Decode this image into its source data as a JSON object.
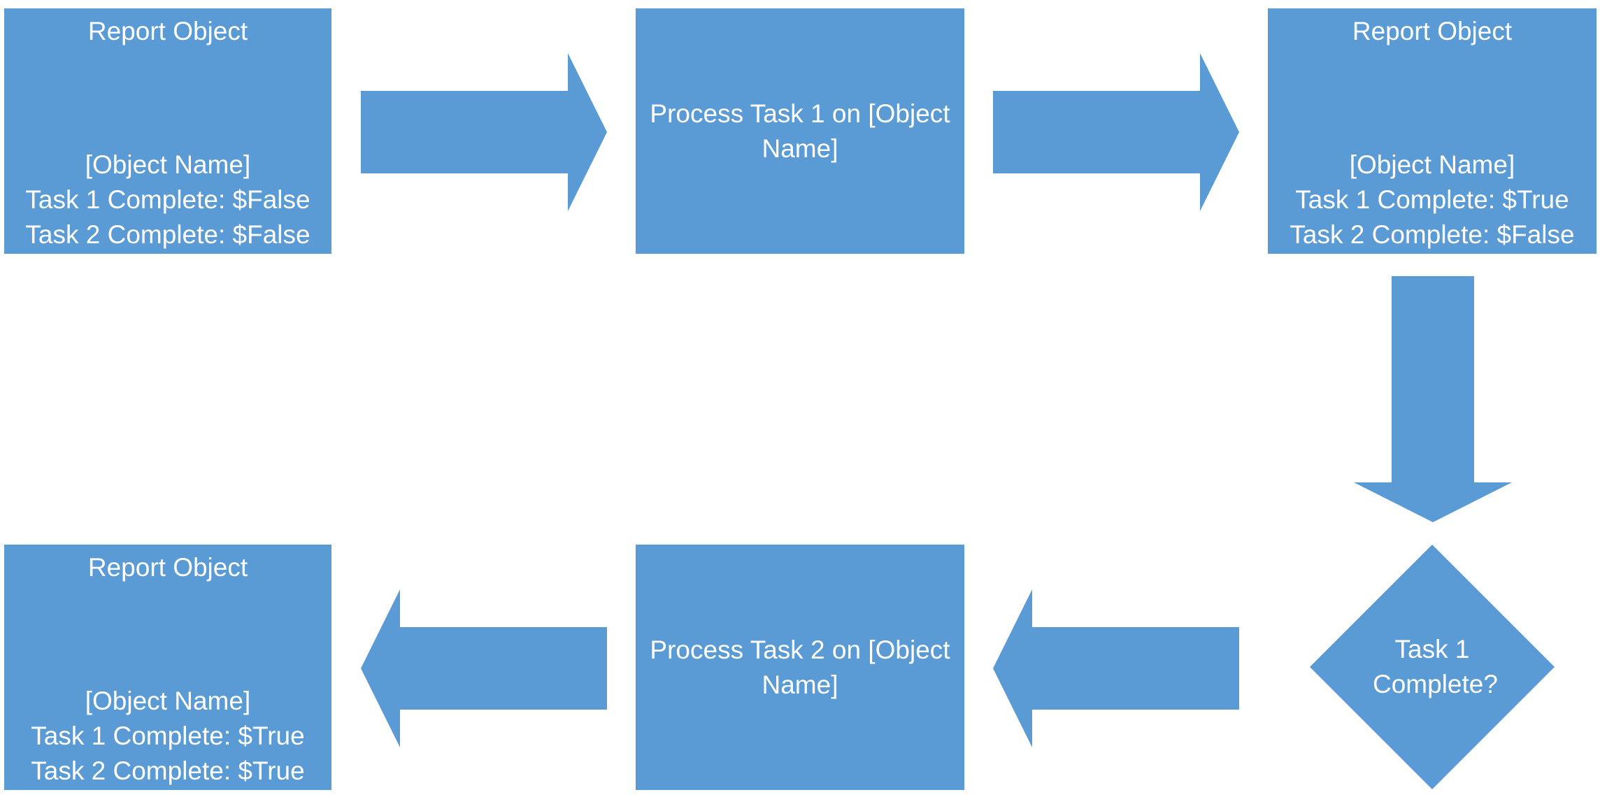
{
  "colors": {
    "shape_fill": "#5b9bd5",
    "text": "#ffffff",
    "background": "#ffffff"
  },
  "report_initial": {
    "title": "Report Object",
    "name": "[Object Name]",
    "task1": "Task 1 Complete: $False",
    "task2": "Task 2 Complete: $False"
  },
  "process_task1": {
    "label": "Process Task 1 on [Object Name]"
  },
  "report_after_task1": {
    "title": "Report Object",
    "name": "[Object Name]",
    "task1": "Task 1 Complete: $True",
    "task2": "Task 2 Complete: $False"
  },
  "decision": {
    "label": "Task 1 Complete?"
  },
  "process_task2": {
    "label": "Process Task 2 on [Object Name]"
  },
  "report_final": {
    "title": "Report Object",
    "name": "[Object Name]",
    "task1": "Task 1 Complete: $True",
    "task2": "Task 2 Complete: $True"
  },
  "arrows": [
    {
      "name": "arrow-right-1",
      "direction": "right"
    },
    {
      "name": "arrow-right-2",
      "direction": "right"
    },
    {
      "name": "arrow-down",
      "direction": "down"
    },
    {
      "name": "arrow-left-1",
      "direction": "left"
    },
    {
      "name": "arrow-left-2",
      "direction": "left"
    }
  ]
}
